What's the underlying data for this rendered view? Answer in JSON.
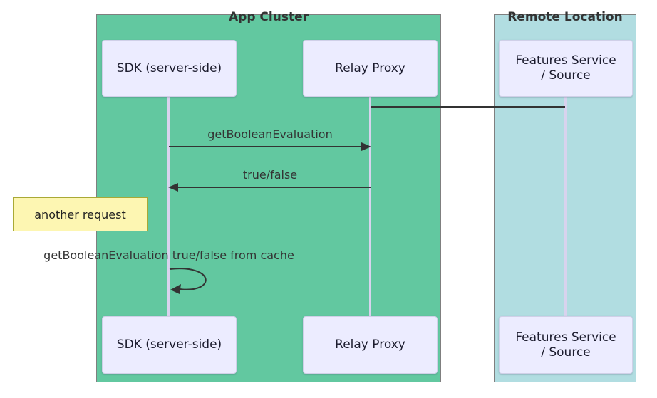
{
  "diagram_type": "sequence-diagram",
  "app_cluster": {
    "label": "App Cluster"
  },
  "remote_location": {
    "label": "Remote Location"
  },
  "actors": {
    "sdk": "SDK (server-side)",
    "relay": "Relay Proxy",
    "features_line1": "Features Service",
    "features_line2": "/ Source"
  },
  "messages": [
    {
      "label": "getBooleanEvaluation",
      "from": "SDK (server-side)",
      "to": "Relay Proxy",
      "arrow": "solid-right"
    },
    {
      "label": "true/false",
      "from": "Relay Proxy",
      "to": "SDK (server-side)",
      "arrow": "solid-left"
    },
    {
      "label": "getBooleanEvaluation true/false from cache",
      "from": "SDK (server-side)",
      "to": "SDK (server-side)",
      "arrow": "self-loop"
    }
  ],
  "note": {
    "text": "another request",
    "position": "left of SDK (server-side)"
  },
  "connection": {
    "from": "Relay Proxy",
    "to": "Features Service / Source",
    "style": "plain-line"
  },
  "colors": {
    "app_cluster_fill": "#62c8a0",
    "remote_fill": "#b1dde1",
    "container_border": "#7f7f7f",
    "actor_fill": "#ececff",
    "actor_border": "#d0d0e8",
    "lifeline": "#d8d3ee",
    "note_fill": "#fdf6b2",
    "note_border": "#a9a936",
    "line": "#333333",
    "text": "#333333"
  }
}
